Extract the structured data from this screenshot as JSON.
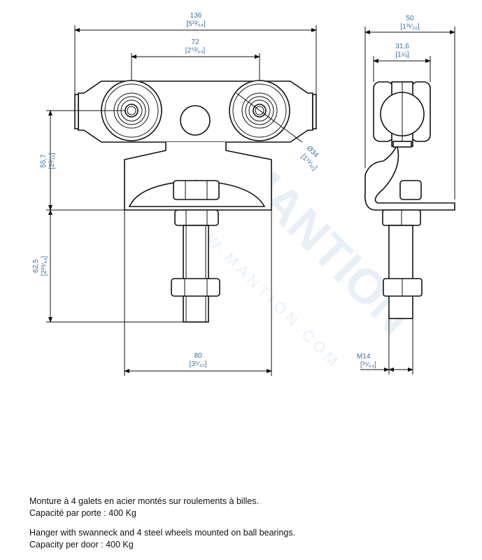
{
  "watermark": {
    "brand": "MANTION",
    "url": "WWW.MANTION.COM"
  },
  "front_view": {
    "overall_width": {
      "mm": "136",
      "inch": "[5²³⁄₆₄]"
    },
    "wheel_spacing": {
      "mm": "72",
      "inch": "[2⁵³⁄₆₄]"
    },
    "wheel_diameter": {
      "mm": "Ø34",
      "inch": "[1¹¹⁄₃₂]"
    },
    "wheel_to_base": {
      "mm": "55,7",
      "inch": "[2³⁄₁₆]"
    },
    "bolt_length": {
      "mm": "62,5",
      "inch": "[2²⁹⁄₆₄]"
    },
    "base_width": {
      "mm": "80",
      "inch": "[3⁵⁄₃₂]"
    }
  },
  "side_view": {
    "overall_width": {
      "mm": "50",
      "inch": "[1³¹⁄₃₂]"
    },
    "wheel_width": {
      "mm": "31,6",
      "inch": "[1¼]"
    },
    "thread": {
      "mm": "M14",
      "inch": "[³⁵⁄₆₄]"
    }
  },
  "description": {
    "fr_line1": "Monture à 4 galets en acier montés sur roulements à billes.",
    "fr_line2": "Capacité par porte : 400 Kg",
    "en_line1": "Hanger with swanneck and 4 steel wheels mounted on ball bearings.",
    "en_line2": "Capacity per door : 400 Kg"
  }
}
